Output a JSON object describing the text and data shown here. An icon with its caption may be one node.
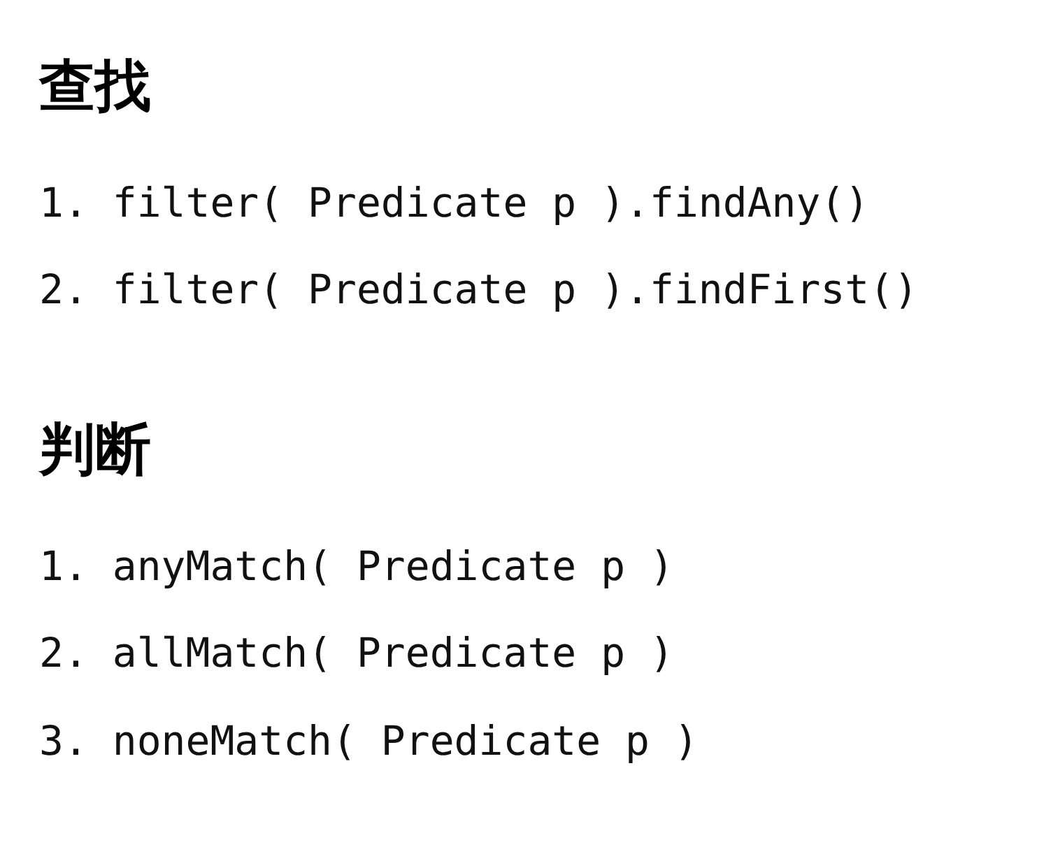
{
  "diagram": {
    "labels": [
      "查找",
      "1. filter( Predicate p ).findAny()",
      "2. filter( Predicate p ).findFirst()",
      "判断",
      "1. anyMatch( Predicate p )",
      "2. allMatch( Predicate p )",
      "3. noneMatch( Predicate p )"
    ]
  }
}
